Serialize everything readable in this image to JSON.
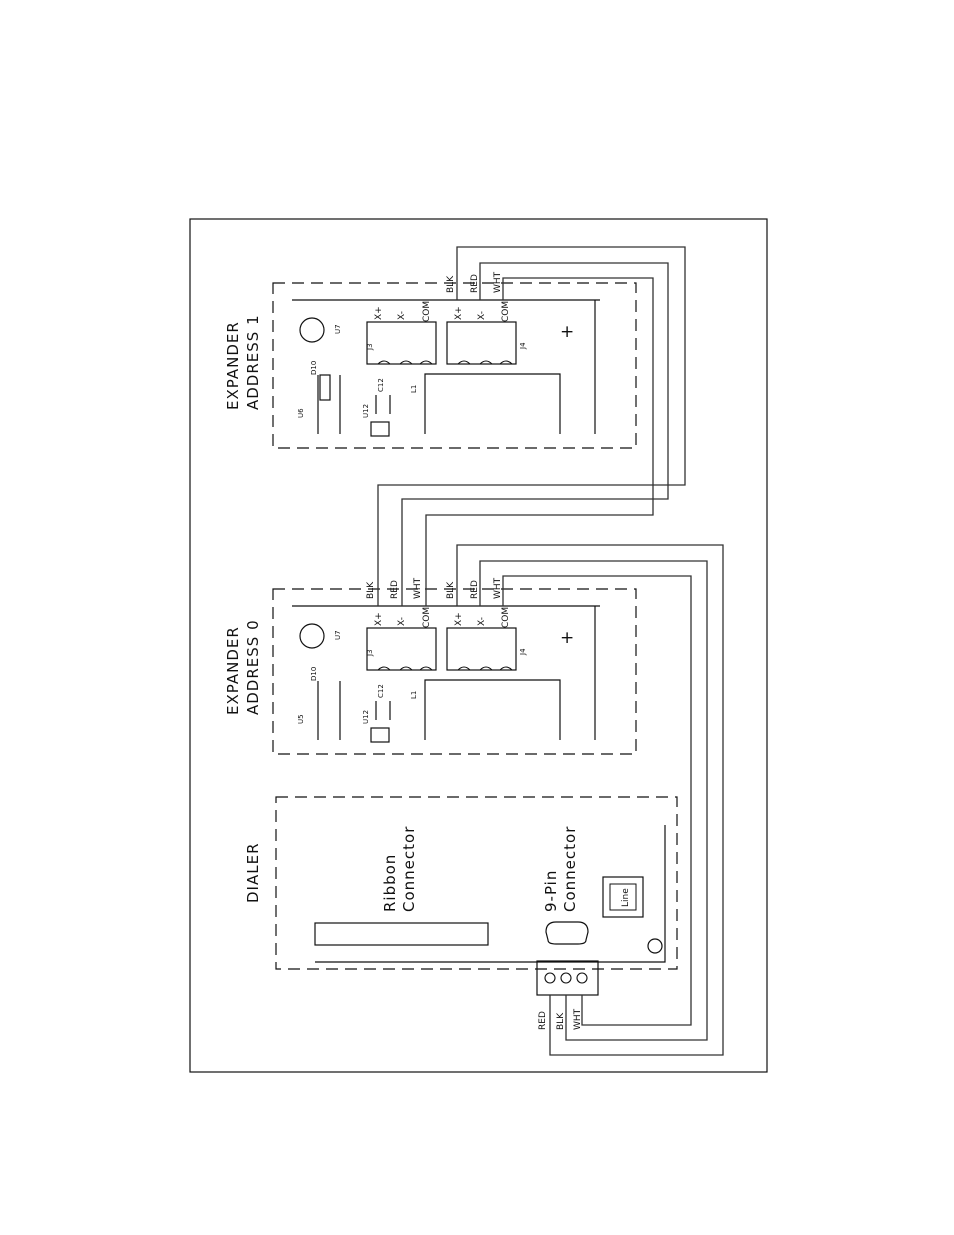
{
  "dialer": {
    "title": "DIALER",
    "ribbon": [
      "Ribbon",
      "Connector"
    ],
    "ninepin": [
      "9-Pin",
      "Connector"
    ],
    "line": "Line",
    "terminals": [
      "RED",
      "BLK",
      "WHT"
    ]
  },
  "expander1": {
    "title": [
      "EXPANDER",
      "ADDRESS 1"
    ],
    "parts": [
      "U6",
      "D10",
      "U7",
      "U12",
      "C12",
      "J3",
      "L1",
      "J4",
      "+"
    ],
    "j3_pins": [
      "X+",
      "X-",
      "COM"
    ],
    "j4_pins": [
      "X+",
      "X-",
      "COM"
    ],
    "j4_wires": [
      "BLK",
      "RED",
      "WHT"
    ]
  },
  "expander0": {
    "title": [
      "EXPANDER",
      "ADDRESS 0"
    ],
    "parts": [
      "U5",
      "D10",
      "U7",
      "U12",
      "C12",
      "J3",
      "L1",
      "J4",
      "+"
    ],
    "j3_pins": [
      "X+",
      "X-",
      "COM"
    ],
    "j4_pins": [
      "X+",
      "X-",
      "COM"
    ],
    "j3_wires": [
      "BLK",
      "RED",
      "WHT"
    ],
    "j4_wires": [
      "BLK",
      "RED",
      "WHT"
    ]
  },
  "colors": {
    "line": "#111111",
    "wire": "#333333",
    "paper": "#ffffff"
  }
}
